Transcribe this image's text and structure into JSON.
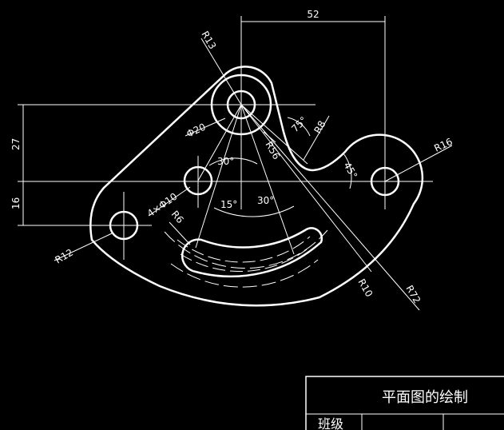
{
  "colors": {
    "background": "#000000",
    "lines": "#ffffff"
  },
  "drawing": {
    "dimensions": {
      "width_52": "52",
      "r13": "R13",
      "phi20": "Φ20",
      "r56": "R56",
      "r8": "R8",
      "angle_75": "75°",
      "angle_45": "45°",
      "r16": "R16",
      "vert_27": "27",
      "vert_16": "16",
      "angle_30_top": "30°",
      "phi10": "4×Φ10",
      "angle_15": "15°",
      "angle_30_bottom": "30°",
      "r6": "R6",
      "r12": "R12",
      "r10": "R10",
      "r72": "R72"
    }
  },
  "title_block": {
    "title": "平面图的绘制",
    "class_label": "班级"
  }
}
